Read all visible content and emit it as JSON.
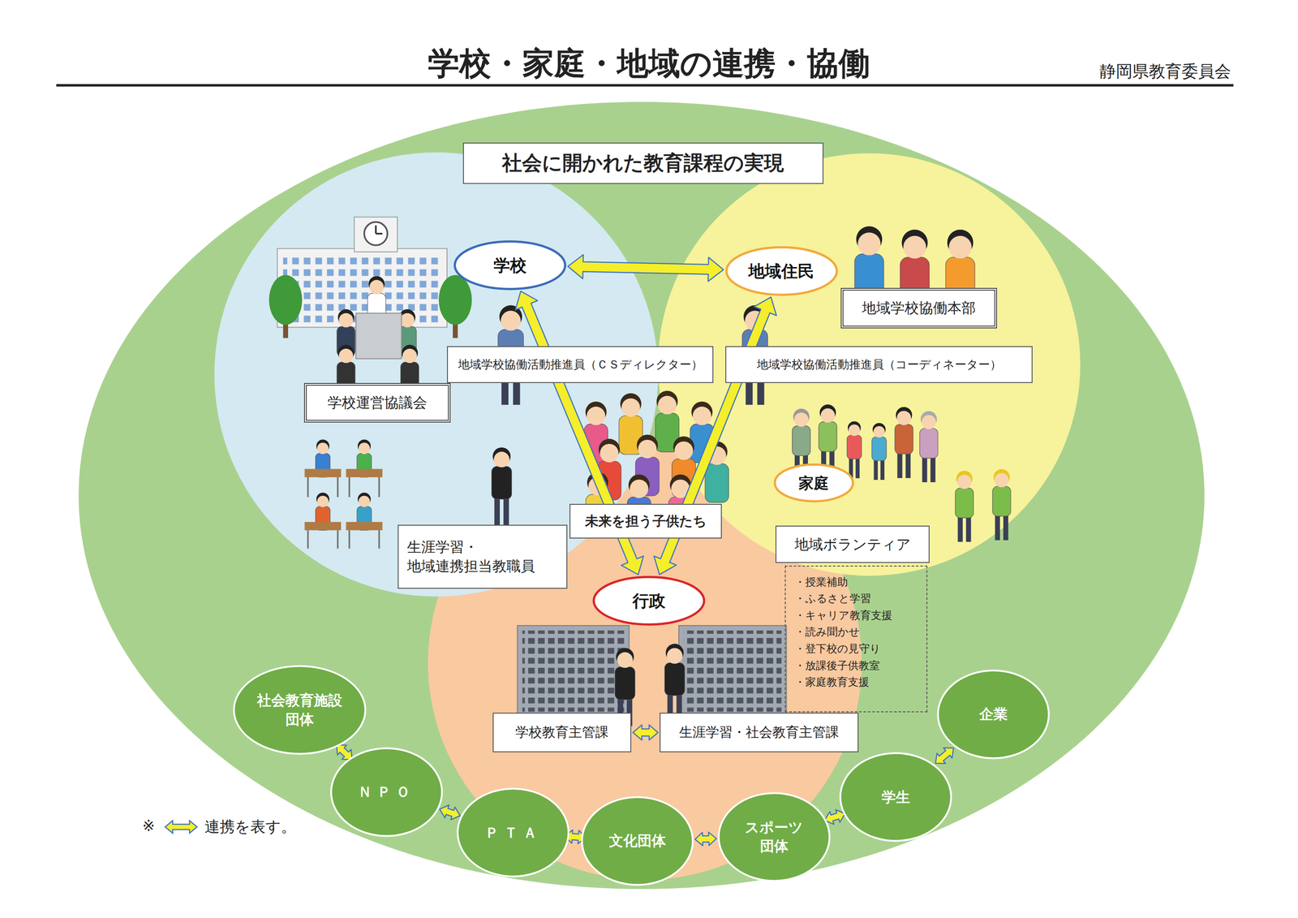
{
  "diagram": {
    "title": "学校・家庭・地域の連携・協働",
    "nodes": [
      {
        "text": [
          "社会に開かれた教育課程の実現"
        ]
      },
      {
        "text": [
          "学校"
        ]
      },
      {
        "text": [
          "地域住民"
        ]
      },
      {
        "text": [
          "地域学校協働本部"
        ]
      },
      {
        "text": [
          "地域学校協働活動推進員（ＣＳディレクター）"
        ]
      },
      {
        "text": [
          "地域学校協働活動推進員（コーディネーター）"
        ]
      },
      {
        "text": [
          "学校運営協議会"
        ]
      },
      {
        "text": [
          "家庭"
        ]
      },
      {
        "text": [
          "未来を担う子供たち"
        ]
      },
      {
        "text": [
          "生涯学習・ 地域連携担当教職員"
        ]
      },
      {
        "text": [
          "地域ボランティア"
        ]
      },
      {
        "text": [
          "・授業補助",
          "・ふるさと学習",
          "・キャリア教育支援",
          "・読み聞かせ",
          "・登下校の見守り",
          "・放課後子供教室",
          "・家庭教育支援"
        ]
      },
      {
        "text": [
          "行政"
        ]
      },
      {
        "text": [
          "学校教育主管課"
        ]
      },
      {
        "text": [
          "生涯学習・社会教育主管課"
        ]
      },
      {
        "text": [
          "社会教育施設 団体"
        ]
      },
      {
        "text": [
          "ＮＰＯ"
        ]
      },
      {
        "text": [
          "ＰＴＡ"
        ]
      },
      {
        "text": [
          "文化団体"
        ]
      },
      {
        "text": [
          "スポーツ 団体"
        ]
      },
      {
        "text": [
          "学生"
        ]
      },
      {
        "text": [
          "企業"
        ]
      }
    ],
    "edges": [
      {
        "from": 1,
        "to": 2,
        "arrow": "both"
      },
      {
        "from": 1,
        "to": 12,
        "arrow": "both"
      },
      {
        "from": 2,
        "to": 12,
        "arrow": "both"
      },
      {
        "from": 13,
        "to": 14,
        "arrow": "both"
      },
      {
        "from": 15,
        "to": 16,
        "arrow": "both"
      },
      {
        "from": 16,
        "to": 17,
        "arrow": "both"
      },
      {
        "from": 17,
        "to": 18,
        "arrow": "both"
      },
      {
        "from": 18,
        "to": 19,
        "arrow": "both"
      },
      {
        "from": 19,
        "to": 20,
        "arrow": "both"
      },
      {
        "from": 20,
        "to": 21,
        "arrow": "both"
      }
    ],
    "labels": [
      "静岡県教育委員会",
      "※"
    ],
    "legend": [
      {
        "text": "連携を表す。"
      }
    ]
  }
}
